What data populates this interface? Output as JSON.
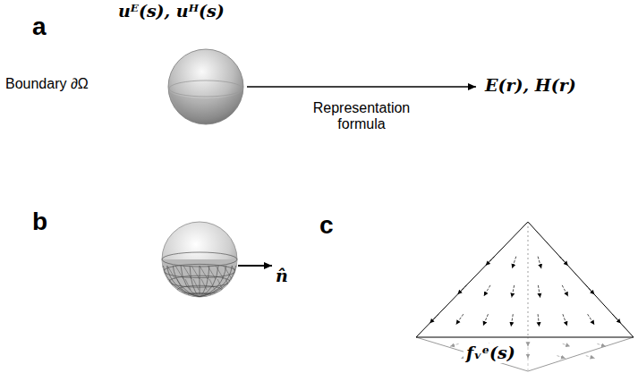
{
  "diagram": {
    "labels": [
      "a",
      "b",
      "c",
      "uᴱ(s), uᴴ(s)",
      "Boundary ∂Ω",
      "Representation formula",
      "E(r), H(r)",
      "n̂",
      "fᵥᵉ(s)"
    ]
  }
}
